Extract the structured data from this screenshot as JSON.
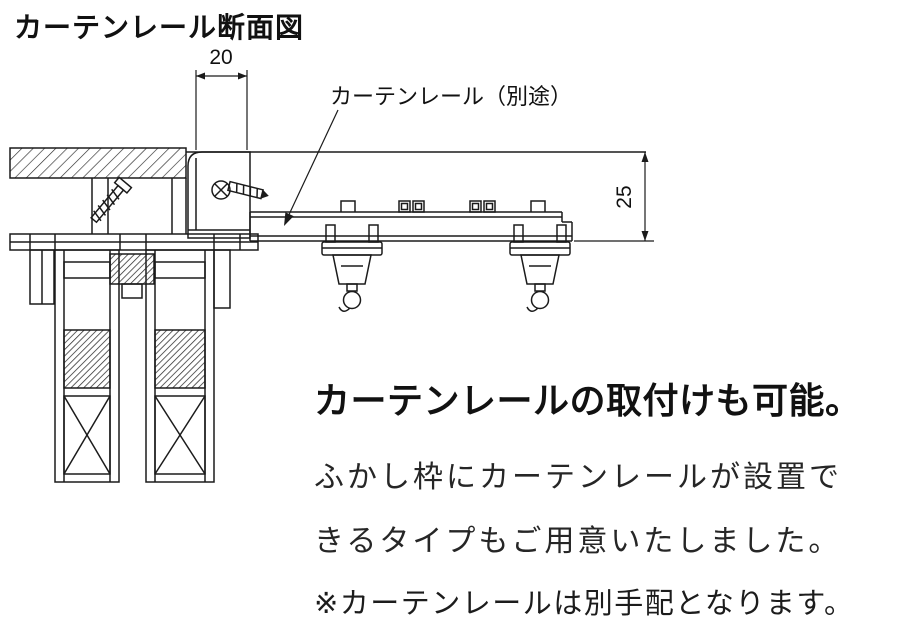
{
  "page": {
    "title": "カーテンレール断面図"
  },
  "diagram": {
    "width_dim": "20",
    "height_dim": "25",
    "rail_callout": "カーテンレール（別途）"
  },
  "description": {
    "heading": "カーテンレールの取付けも可能。",
    "line1": "ふかし枠にカーテンレールが設置で",
    "line2": "きるタイプもご用意いたしました。",
    "note": "※カーテンレールは別手配となります。"
  },
  "colors": {
    "line": "#1b1b1b",
    "text": "#1a1a1a",
    "note_underline": "#d60000",
    "background": "#ffffff"
  }
}
